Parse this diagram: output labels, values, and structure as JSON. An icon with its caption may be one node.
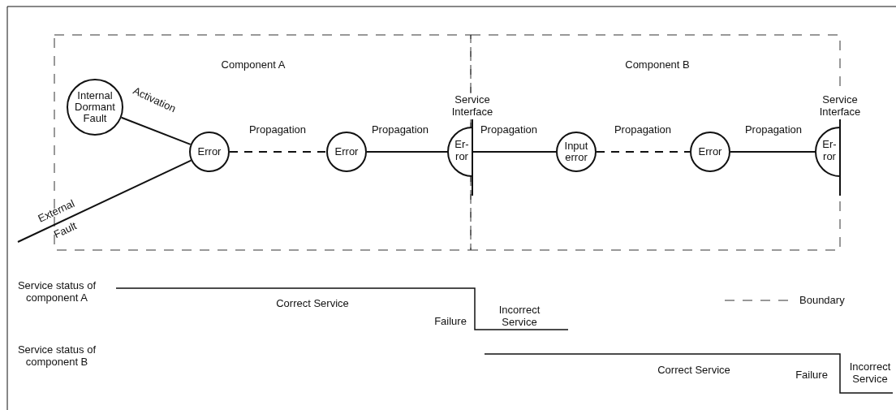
{
  "diagram": {
    "nodes": [
      {
        "text": [
          "Component A"
        ]
      },
      {
        "text": [
          "Internal Dormant Fault"
        ],
        "in": 0
      },
      {
        "text": [
          "Error"
        ],
        "in": 0
      },
      {
        "text": [
          "Error"
        ],
        "in": 0
      },
      {
        "text": [
          "Service Interface",
          "Er- ror"
        ]
      },
      {
        "text": [
          "Component B"
        ]
      },
      {
        "text": [
          "Input error"
        ],
        "in": 5
      },
      {
        "text": [
          "Error"
        ],
        "in": 5
      },
      {
        "text": [
          "Service Interface",
          "Er- ror"
        ]
      }
    ],
    "edges": [
      {
        "from": 1,
        "to": 2,
        "arrow": "none",
        "label": "Activation"
      },
      {
        "from": null,
        "to": 2,
        "arrow": "none",
        "label": "External Fault"
      },
      {
        "from": 2,
        "to": 3,
        "arrow": "none",
        "label": "Propagation",
        "style": "dashed"
      },
      {
        "from": 3,
        "to": 4,
        "arrow": "none",
        "label": "Propagation"
      },
      {
        "from": 4,
        "to": 6,
        "arrow": "none",
        "label": "Propagation"
      },
      {
        "from": 6,
        "to": 7,
        "arrow": "none",
        "label": "Propagation",
        "style": "dashed"
      },
      {
        "from": 7,
        "to": 8,
        "arrow": "none",
        "label": "Propagation"
      }
    ],
    "labels": [
      "Service status of component A",
      "Correct Service",
      "Failure",
      "Incorrect Service",
      "Service status of component B",
      "Correct Service",
      "Failure",
      "Incorrect Service"
    ],
    "legend": [
      {
        "text": "Boundary"
      }
    ]
  }
}
